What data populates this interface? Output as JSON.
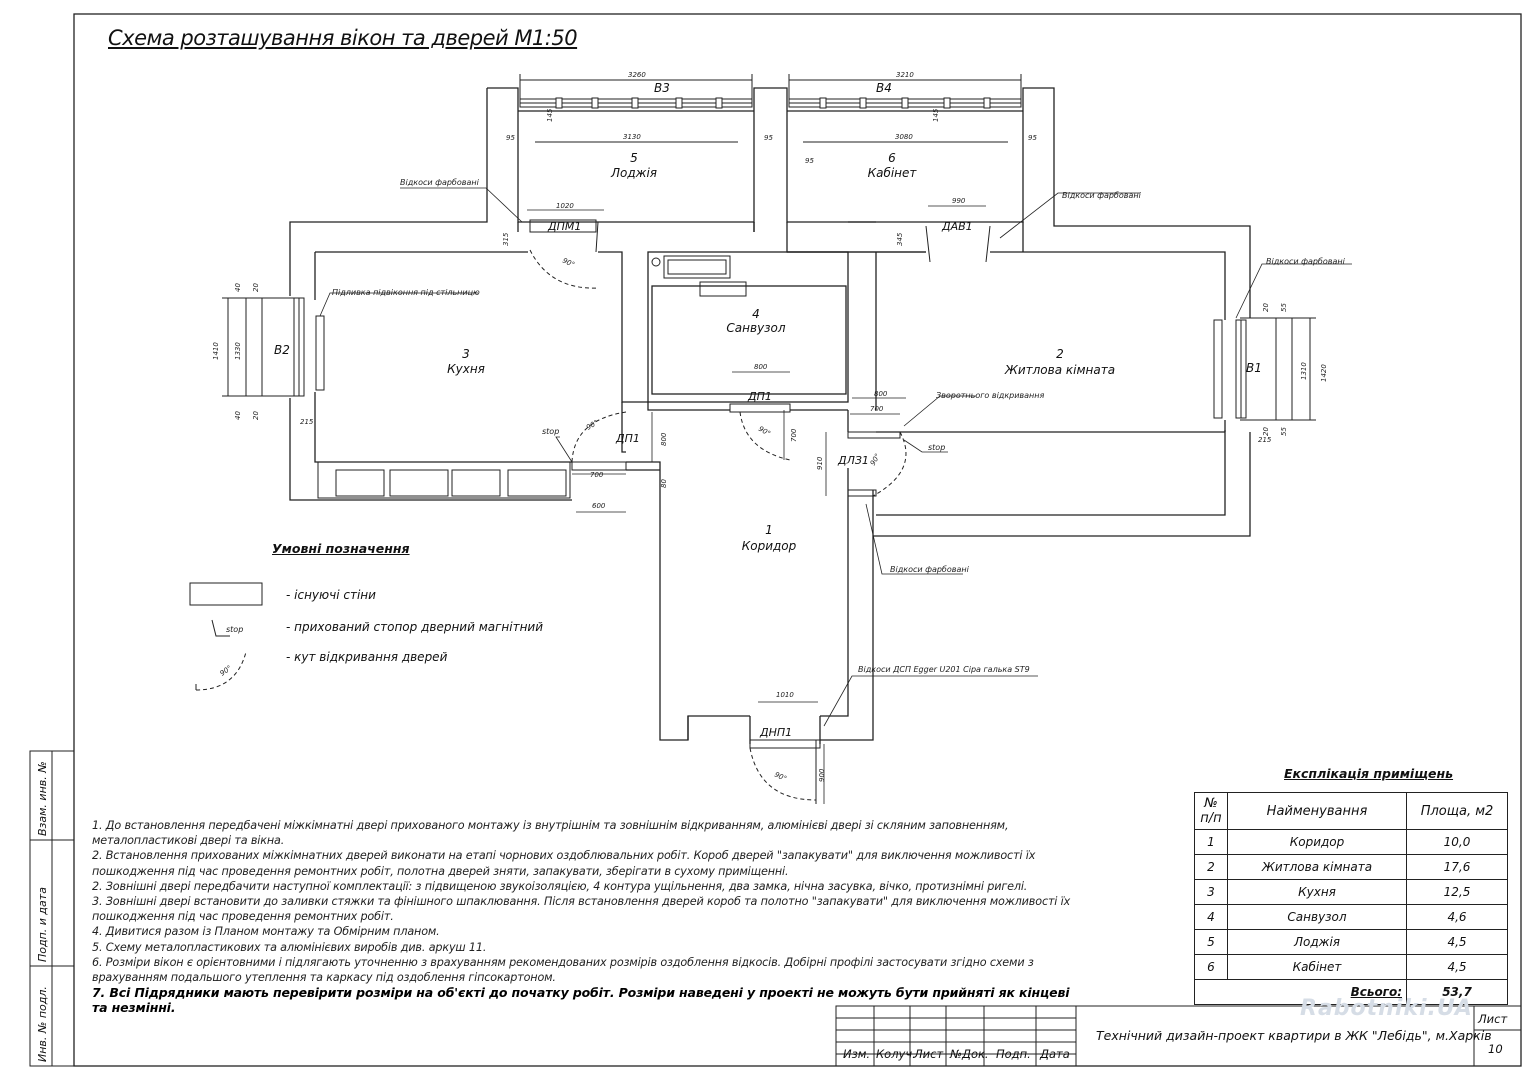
{
  "title": "Схема розташування вікон та дверей М1:50",
  "rooms": [
    {
      "num": "5",
      "name": "Лоджія"
    },
    {
      "num": "6",
      "name": "Кабінет"
    },
    {
      "num": "4",
      "name": "Санвузол"
    },
    {
      "num": "3",
      "name": "Кухня"
    },
    {
      "num": "2",
      "name": "Житлова кімната"
    },
    {
      "num": "1",
      "name": "Коридор"
    }
  ],
  "windows": {
    "b1": "В1",
    "b2": "В2",
    "b3": "В3",
    "b4": "В4"
  },
  "doors": {
    "dpm1": "ДПМ1",
    "dav1": "ДАВ1",
    "dp1_kitchen": "ДП1",
    "dp1_bath": "ДП1",
    "dlz1": "ДЛЗ1",
    "dnp1": "ДНП1"
  },
  "dims": {
    "b3_top": "3260",
    "b3_inner": "3130",
    "b3_depth": "145",
    "b3_left": "95",
    "b3_right": "95",
    "b4_top": "3210",
    "b4_inner": "3080",
    "b4_depth": "145",
    "b4_left": "95",
    "b4_right": "95",
    "dpm1_w": "1020",
    "dpm1_side": "315",
    "dav1_w": "990",
    "dav1_side": "345",
    "b2_h_outer": "1410",
    "b2_h_inner": "1330",
    "b2_40_top": "40",
    "b2_20_top": "20",
    "b2_40_bot": "40",
    "b2_20_bot": "20",
    "b2_215": "215",
    "b1_h_outer": "1420",
    "b1_h_inner": "1310",
    "b1_55_top": "55",
    "b1_20_top": "20",
    "b1_55_bot": "55",
    "b1_20_bot": "20",
    "b1_215": "215",
    "dp1b_w": "800",
    "dp1b_side": "700",
    "dp1b_h": "700",
    "dp1k_w": "800",
    "dp1k_700": "700",
    "dp1k_600": "600",
    "dp1k_80": "80",
    "dlz1_800": "800",
    "dlz1_700": "700",
    "dlz1_910": "910",
    "dnp1_w": "1010",
    "dnp1_900": "900",
    "angle": "90°"
  },
  "annotations": {
    "slopes_loggia": "Відкоси фарбовані",
    "slopes_cabinet": "Відкоси фарбовані",
    "slopes_b1": "Відкоси фарбовані",
    "slopes_corridor": "Відкоси фарбовані",
    "sill": "Підливка підвіконня під стільницю",
    "reverse": "Зворотнього відкривання",
    "stop1": "stop",
    "stop2": "stop",
    "dsp": "Відкоси ДСП Egger U201 Сіра галька ST9"
  },
  "legend": {
    "title": "Умовні позначення",
    "items": [
      "- існуючі стіни",
      "- прихований стопор дверний магнітний",
      "- кут відкривання дверей"
    ],
    "stop": "stop",
    "angle": "90°"
  },
  "notes": [
    "1. До встановлення передбачені міжкімнатні двері прихованого монтажу із внутрішнім та зовнішнім відкриванням, алюмінієві двері зі скляним заповненням, металопластикові двері та вікна.",
    "2. Встановлення прихованих міжкімнатних дверей виконати на етапі чорнових оздоблювальних робіт. Короб дверей \"запакувати\" для виключення можливості їх пошкодження під час проведення ремонтних робіт, полотна дверей зняти, запакувати, зберігати в сухому приміщенні.",
    "2. Зовнішні двері передбачити наступної комплектації: з підвищеною звукоізоляцією, 4 контура ущільнення, два замка, нічна засувка, вічко, протизнімні ригелі.",
    "3. Зовнішні двері встановити до заливки стяжки та фінішного шпаклювання. Після встановлення дверей короб та полотно \"запакувати\" для виключення можливості їх пошкодження під час проведення ремонтних робіт.",
    "4. Дивитися разом із Планом монтажу та Обмірним планом.",
    "5. Схему металопластикових та алюмінієвих виробів див. аркуш 11.",
    "6. Розміри вікон є орієнтовними і підлягають уточненню з врахуванням рекомендованих розмірів оздоблення відкосів. Добірні профілі застосувати згідно схеми з врахуванням подальшого утеплення та каркасу під оздоблення гіпсокартоном."
  ],
  "note_bold": "7. Всі Підрядники мають перевірити розміри на об'єкті до початку робіт. Розміри наведені у проекті не можуть бути прийняті як кінцеві та незмінні.",
  "explication": {
    "title": "Експлікація приміщень",
    "headers": [
      "№ п/п",
      "Найменування",
      "Площа, м2"
    ],
    "rows": [
      [
        "1",
        "Коридор",
        "10,0"
      ],
      [
        "2",
        "Житлова кімната",
        "17,6"
      ],
      [
        "3",
        "Кухня",
        "12,5"
      ],
      [
        "4",
        "Санвузол",
        "4,6"
      ],
      [
        "5",
        "Лоджія",
        "4,5"
      ],
      [
        "6",
        "Кабінет",
        "4,5"
      ]
    ],
    "total_label": "Всього:",
    "total_value": "53,7"
  },
  "stamp": {
    "cols": [
      "Изм.",
      "Колуч.",
      "Лист",
      "№Док.",
      "Подп.",
      "Дата"
    ],
    "project": "Технічний дизайн-проект квартири в ЖК \"Лебідь\", м.Харків",
    "sheet_label": "Лист",
    "sheet_num": "10"
  },
  "side": [
    "Взам. инв. №",
    "Подп. и дата",
    "Инв. № подл."
  ],
  "watermark": "Rabotniki.UA"
}
